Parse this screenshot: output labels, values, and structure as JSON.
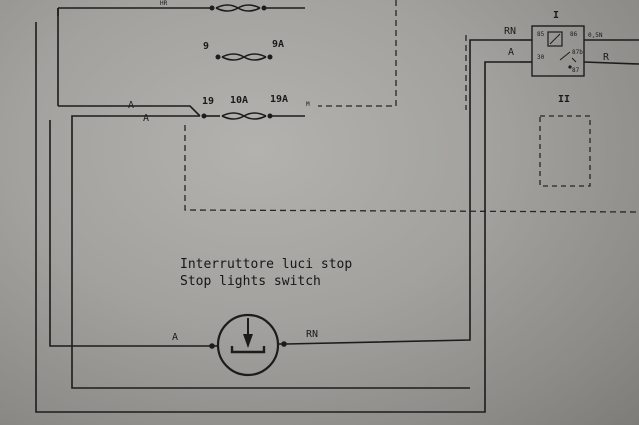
{
  "switch_caption": {
    "line_it": "Interruttore luci stop",
    "line_en": "Stop lights switch"
  },
  "wire_labels": {
    "top_left": "HR",
    "a_upper": "A",
    "a_lower": "A",
    "switch_left": "A",
    "switch_right": "RN",
    "relay_in_top": "RN",
    "relay_in_bottom": "A",
    "relay_out_r": "R",
    "fuse_row_end": "M"
  },
  "fuses": {
    "row2_left": "9",
    "row2_right": "9A",
    "row3_left": "19",
    "row3_mid": "10A",
    "row3_right": "19A"
  },
  "relay": {
    "label_top": "I",
    "label_bottom": "II",
    "pin_85": "85",
    "pin_86": "86",
    "pin_30": "30",
    "pin_87b": "87b",
    "pin_87": "87",
    "out_wire": "0,5N"
  }
}
